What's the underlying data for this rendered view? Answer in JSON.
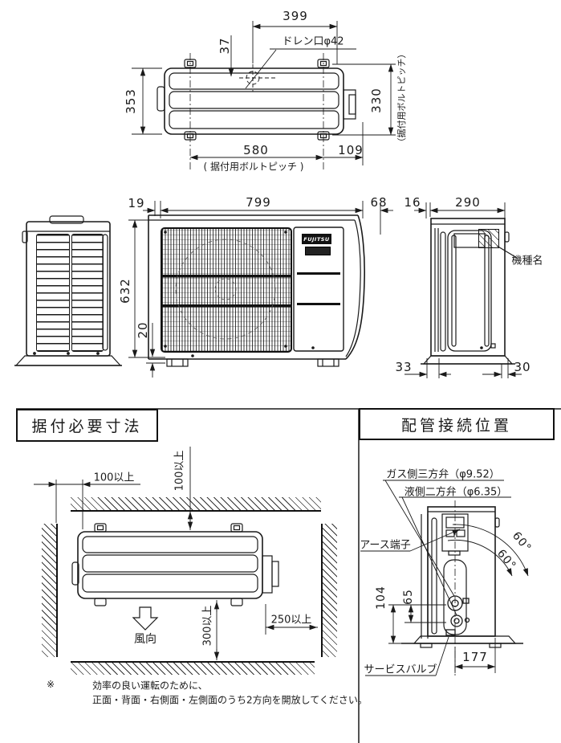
{
  "colors": {
    "line": "#1a1a1a",
    "background": "#ffffff"
  },
  "top_view": {
    "dim_399": "399",
    "dim_37": "37",
    "drain_label": "ドレン口φ42",
    "dim_353": "353",
    "dim_330": "330",
    "bolt_pitch_right": "（据付用ボルトピッチ）",
    "dim_580": "580",
    "bolt_pitch_bottom": "( 据付用ボルトピッチ )",
    "dim_109": "109"
  },
  "middle_views": {
    "dim_19": "19",
    "dim_799": "799",
    "dim_68": "68",
    "dim_16": "16",
    "dim_290": "290",
    "dim_632": "632",
    "dim_20": "20",
    "dim_33": "33",
    "dim_30": "30",
    "brand": "FUJITSU",
    "model_name_label": "機種名"
  },
  "section_headers": {
    "installation": "据付必要寸法",
    "piping": "配管接続位置"
  },
  "installation": {
    "clearance_left": "100以上",
    "clearance_top": "100以上",
    "clearance_bottom": "300以上",
    "clearance_right": "250以上",
    "wind_direction": "風向",
    "note_mark": "※",
    "note_line1": "効率の良い運転のために、",
    "note_line2": "正面・背面・右側面・左側面のうち2方向を開放してください。"
  },
  "piping": {
    "gas_valve_label": "ガス側三方弁（φ9.52）",
    "liquid_valve_label": "液側二方弁（φ6.35）",
    "earth_terminal_label": "アース端子",
    "angle_outer": "60°",
    "angle_inner": "60°",
    "dim_104": "104",
    "dim_65": "65",
    "dim_177": "177",
    "service_valve_label": "サービスバルブ"
  }
}
